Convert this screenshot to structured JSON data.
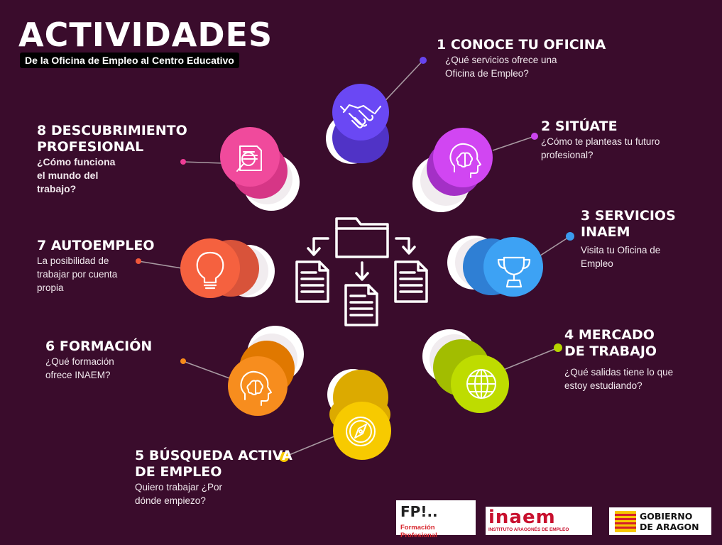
{
  "header": {
    "title": "ACTIVIDADES",
    "subtitle": "De la Oficina de Empleo al Centro Educativo"
  },
  "items": [
    {
      "title": "1 CONOCE TU OFICINA",
      "desc": "¿Qué servicios ofrece una Oficina de Empleo?",
      "color": "#6644ee",
      "icon": "handshake-icon"
    },
    {
      "title": "2 SITÚATE",
      "desc": "¿Cómo te planteas tu futuro profesional?",
      "color": "#cc44ee",
      "icon": "head-brain-icon"
    },
    {
      "title": "3 SERVICIOS INAEM",
      "desc": "Visita tu Oficina de Empleo",
      "color": "#3a9bee",
      "icon": "trophy-icon"
    },
    {
      "title": "4 MERCADO DE TRABAJO",
      "desc": "¿Qué salidas tiene lo que estoy estudiando?",
      "color": "#b6d400",
      "icon": "globe-icon"
    },
    {
      "title": "5 BÚSQUEDA ACTIVA DE EMPLEO",
      "desc": "Quiero trabajar ¿Por dónde empiezo?",
      "color": "#f7c800",
      "icon": "compass-icon"
    },
    {
      "title": "6 FORMACIÓN",
      "desc": "¿Qué formación ofrece INAEM?",
      "color": "#f78a1a",
      "icon": "head-brain-icon"
    },
    {
      "title": "7 AUTOEMPLEO",
      "desc": "La posibilidad de trabajar por cuenta propia",
      "color": "#f0573a",
      "icon": "lightbulb-icon"
    },
    {
      "title": "8 DESCUBRIMIENTO PROFESIONAL",
      "desc": "¿Cómo funciona el mundo del trabajo?",
      "color": "#ee3d96",
      "icon": "document-search-icon"
    }
  ],
  "center_icon": "folder-documents-icon",
  "logos": {
    "fp": {
      "mark": "FP!..",
      "text": "Formación Profesional"
    },
    "inaem": {
      "mark": "inaem",
      "text": "INSTITUTO ARAGONÉS DE EMPLEO"
    },
    "aragon": {
      "line1": "GOBIERNO",
      "line2": "DE ARAGON"
    }
  }
}
